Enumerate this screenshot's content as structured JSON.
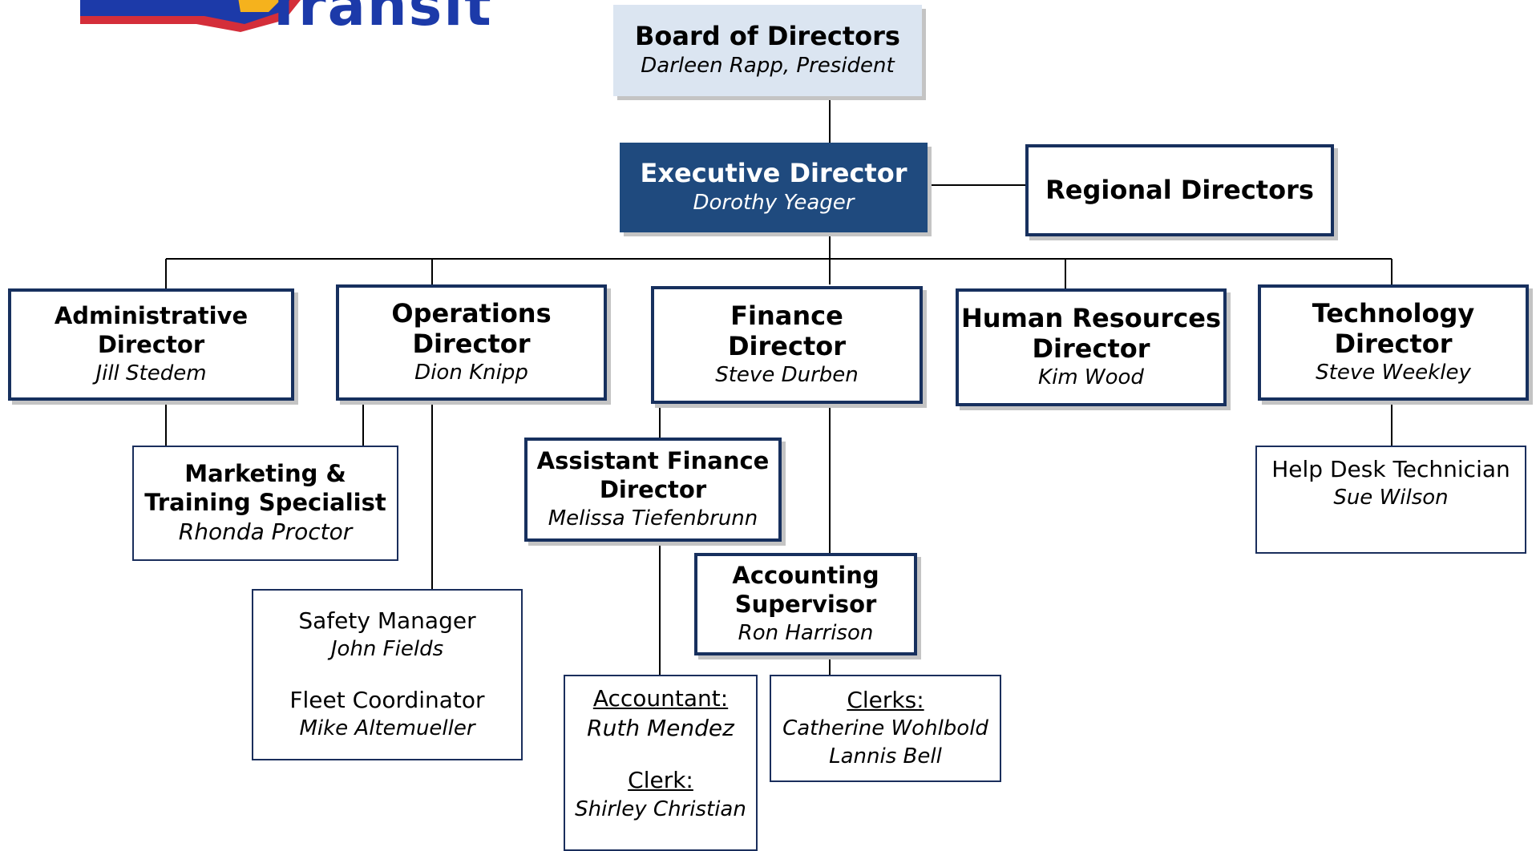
{
  "logo": {
    "text": "Transit"
  },
  "board": {
    "title": "Board of Directors",
    "name": "Darleen Rapp, President"
  },
  "executive": {
    "title": "Executive Director",
    "name": "Dorothy Yeager"
  },
  "regional": {
    "title": "Regional Directors"
  },
  "admin": {
    "title_1": "Administrative",
    "title_2": "Director",
    "name": "Jill Stedem"
  },
  "operations": {
    "title_1": "Operations",
    "title_2": "Director",
    "name": "Dion Knipp"
  },
  "finance": {
    "title_1": "Finance",
    "title_2": "Director",
    "name": "Steve Durben"
  },
  "hr": {
    "title_1": "Human Resources",
    "title_2": "Director",
    "name": "Kim Wood"
  },
  "technology": {
    "title_1": "Technology",
    "title_2": "Director",
    "name": "Steve Weekley"
  },
  "marketing": {
    "title_1": "Marketing &",
    "title_2": "Training Specialist",
    "name": "Rhonda Proctor"
  },
  "assistant_finance": {
    "title_1": "Assistant Finance",
    "title_2": "Director",
    "name": "Melissa Tiefenbrunn"
  },
  "help_desk": {
    "title": "Help Desk Technician",
    "name": "Sue Wilson"
  },
  "safety": {
    "title_1": "Safety Manager",
    "name_1": "John Fields",
    "title_2": "Fleet Coordinator",
    "name_2": "Mike Altemueller"
  },
  "accounting": {
    "title_1": "Accounting",
    "title_2": "Supervisor",
    "name": "Ron Harrison"
  },
  "accountant": {
    "label_1": "Accountant:",
    "name_1": "Ruth Mendez",
    "label_2": "Clerk:",
    "name_2": "Shirley Christian"
  },
  "clerks": {
    "label": "Clerks:",
    "name_1": "Catherine Wohlbold",
    "name_2": "Lannis Bell"
  },
  "colors": {
    "navy": "#1f4a7e",
    "border": "#17305e",
    "light_blue": "#dbe5f1",
    "logo_blue": "#1c3aa9",
    "logo_red": "#d42e3a",
    "logo_yellow": "#f5b21d"
  }
}
